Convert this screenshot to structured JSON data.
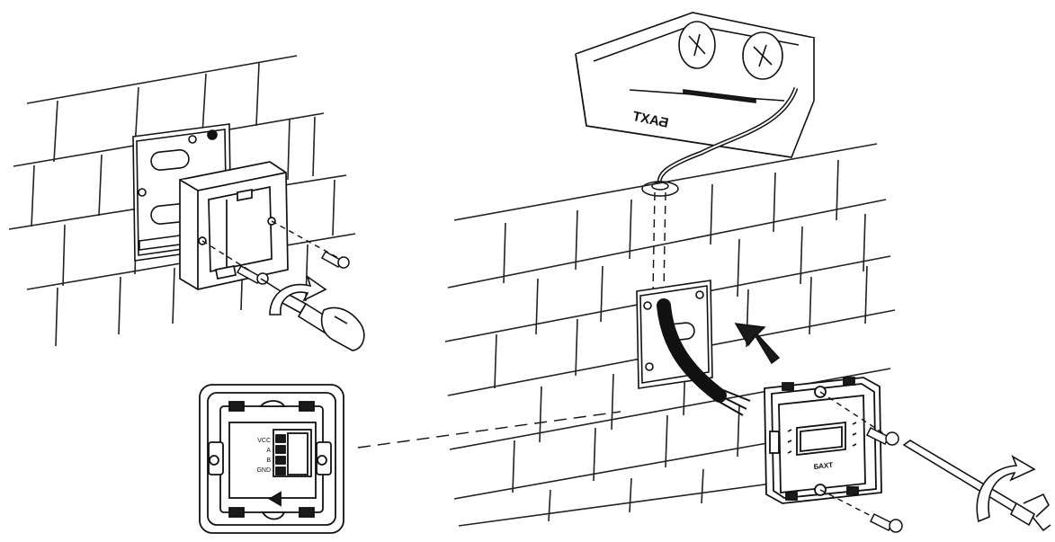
{
  "figure": {
    "type": "installation-diagram",
    "style": "black line art on white",
    "colors": {
      "ink": "#111111",
      "background": "#ffffff",
      "fill_dark": "#1a1a1a"
    }
  },
  "unit": {
    "brand_text": "БАХТ"
  },
  "controller_back": {
    "terminal_labels": [
      "VCC",
      "A",
      "B",
      "GND"
    ]
  },
  "controller_front": {
    "brand_text": "БАХТ"
  },
  "icons": [
    "screw-icon",
    "screwdriver-icon",
    "rotation-arrow-icon",
    "push-arrow-icon",
    "hand-icon",
    "cable-icon"
  ]
}
